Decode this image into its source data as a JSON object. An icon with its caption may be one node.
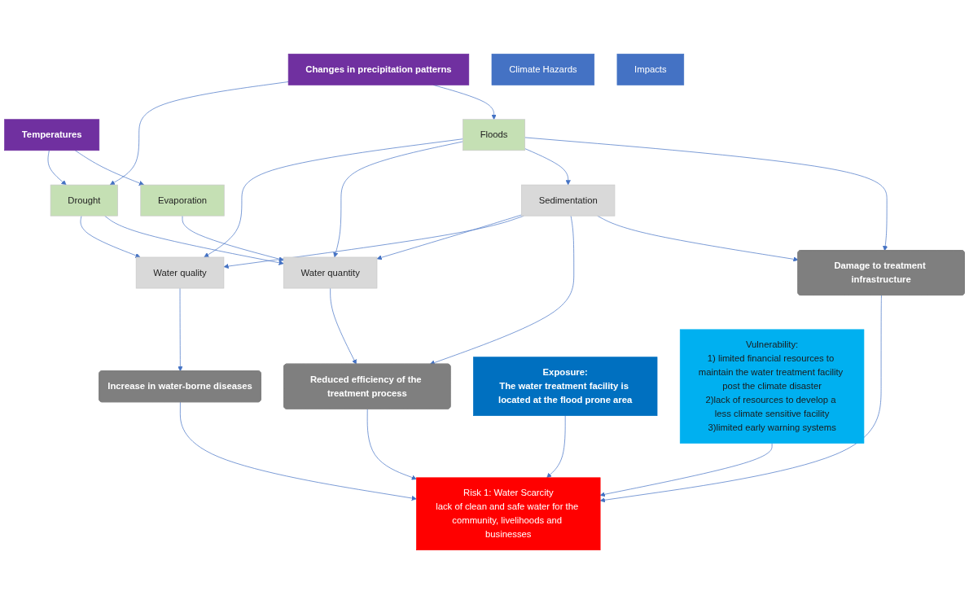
{
  "diagram": {
    "nodes": [
      {
        "text": [
          "Changes in precipitation patterns"
        ]
      },
      {
        "text": [
          "Temperatures"
        ]
      },
      {
        "text": [
          "Drought"
        ]
      },
      {
        "text": [
          "Floods"
        ]
      },
      {
        "text": [
          "Evaporation"
        ]
      },
      {
        "text": [
          "Climate Hazards"
        ]
      },
      {
        "text": [
          "Water quality"
        ]
      },
      {
        "text": [
          "Water quantity"
        ]
      },
      {
        "text": [
          "Sedimentation"
        ]
      },
      {
        "text": [
          "Increase in water-borne diseases"
        ]
      },
      {
        "text": [
          "Reduced efficiency of the treatment process"
        ]
      },
      {
        "text": [
          "Damage to treatment infrastructure"
        ]
      },
      {
        "text": [
          "Impacts"
        ]
      },
      {
        "text": [
          "Exposure:",
          "The water treatment facility is located at the flood prone area"
        ]
      },
      {
        "text": [
          "Risk 1: Water Scarcity",
          "lack of clean and safe water for the community, livelihoods and businesses"
        ]
      },
      {
        "text": [
          "Vulnerability:",
          "1) limited financial resources to maintain the water treatment facility post the climate disaster",
          "2)lack of resources to develop a less climate sensitive facility",
          "3)limited early warning systems"
        ]
      }
    ],
    "edges": [
      {
        "from": 0,
        "to": 2,
        "arrow": "to"
      },
      {
        "from": 0,
        "to": 3,
        "arrow": "to"
      },
      {
        "from": 1,
        "to": 2,
        "arrow": "to"
      },
      {
        "from": 1,
        "to": 4,
        "arrow": "to"
      },
      {
        "from": 2,
        "to": 6,
        "arrow": "to"
      },
      {
        "from": 3,
        "to": 6,
        "arrow": "to"
      },
      {
        "from": 2,
        "to": 7,
        "arrow": "to"
      },
      {
        "from": 3,
        "to": 7,
        "arrow": "to"
      },
      {
        "from": 4,
        "to": 7,
        "arrow": "to"
      },
      {
        "from": 3,
        "to": 8,
        "arrow": "to"
      },
      {
        "from": 3,
        "to": 11,
        "arrow": "to"
      },
      {
        "from": 8,
        "to": 7,
        "arrow": "to"
      },
      {
        "from": 6,
        "to": 9,
        "arrow": "to"
      },
      {
        "from": 7,
        "to": 10,
        "arrow": "to"
      },
      {
        "from": 8,
        "to": 6,
        "arrow": "to"
      },
      {
        "from": 8,
        "to": 10,
        "arrow": "to"
      },
      {
        "from": 8,
        "to": 11,
        "arrow": "to"
      },
      {
        "from": 9,
        "to": 14,
        "arrow": "to"
      },
      {
        "from": 10,
        "to": 14,
        "arrow": "to"
      },
      {
        "from": 11,
        "to": 14,
        "arrow": "to"
      },
      {
        "from": 13,
        "to": 14,
        "arrow": "to"
      },
      {
        "from": 15,
        "to": 14,
        "arrow": "to"
      }
    ]
  }
}
